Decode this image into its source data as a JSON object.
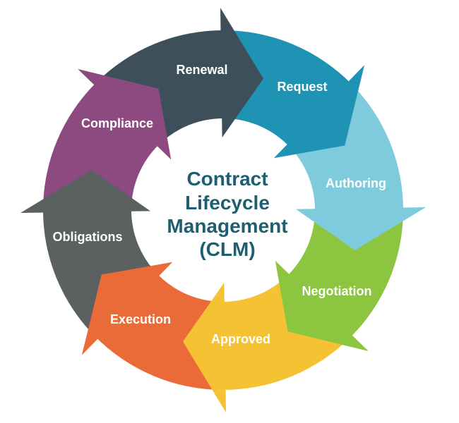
{
  "diagram_type": "cycle",
  "title": {
    "lines": [
      "Contract",
      "Lifecycle",
      "Management",
      "(CLM)"
    ],
    "color": "#1d5e71"
  },
  "cycle": {
    "direction": "clockwise",
    "label_color": "#ffffff",
    "background_color": "#ffffff",
    "segments": [
      {
        "label": "Renewal",
        "color": "#3e4f5c"
      },
      {
        "label": "Request",
        "color": "#1f93b4"
      },
      {
        "label": "Authoring",
        "color": "#7ecbde"
      },
      {
        "label": "Negotiation",
        "color": "#8cc540"
      },
      {
        "label": "Approved",
        "color": "#f4c233"
      },
      {
        "label": "Execution",
        "color": "#ea6b38"
      },
      {
        "label": "Obligations",
        "color": "#5b6061"
      },
      {
        "label": "Compliance",
        "color": "#8c4a80"
      }
    ]
  }
}
